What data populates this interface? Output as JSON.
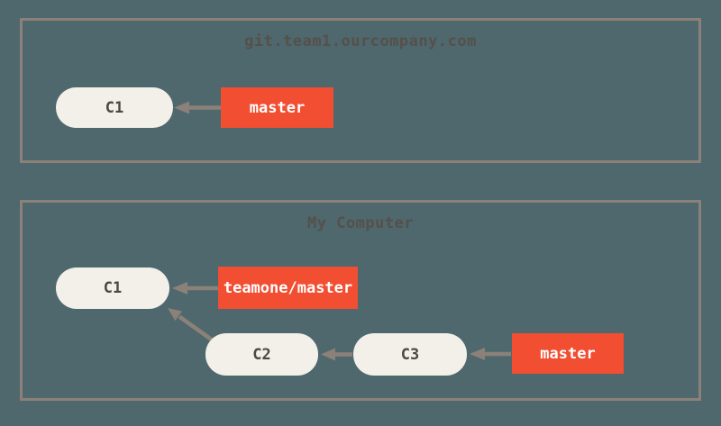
{
  "palette": {
    "background": "#4e686e",
    "box_border": "#8b8178",
    "arrow": "#8b8178",
    "commit_fill": "#f2f0e9",
    "commit_text": "#4c4742",
    "branch_fill": "#f14e32",
    "branch_text": "#ffffff",
    "title_text": "#56504a"
  },
  "server": {
    "title": "git.team1.ourcompany.com",
    "commits": [
      {
        "id": "C1",
        "label": "C1",
        "parent": null
      }
    ],
    "branches": [
      {
        "label": "master",
        "points_to": "C1"
      }
    ]
  },
  "local": {
    "title": "My Computer",
    "commits": [
      {
        "id": "C1",
        "label": "C1",
        "parent": null
      },
      {
        "id": "C2",
        "label": "C2",
        "parent": "C1"
      },
      {
        "id": "C3",
        "label": "C3",
        "parent": "C2"
      }
    ],
    "branches": [
      {
        "label": "teamone/master",
        "points_to": "C1"
      },
      {
        "label": "master",
        "points_to": "C3"
      }
    ]
  }
}
